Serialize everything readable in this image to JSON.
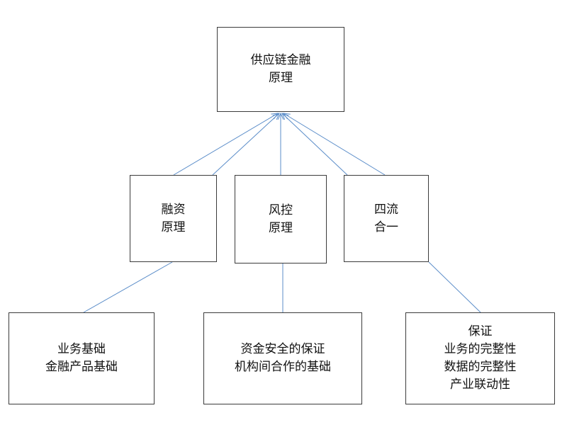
{
  "diagram": {
    "root": {
      "lines": [
        "供应链金融",
        "原理"
      ]
    },
    "principles": {
      "financing": {
        "lines": [
          "融资",
          "原理"
        ]
      },
      "risk_control": {
        "lines": [
          "风控",
          "原理"
        ]
      },
      "four_flows": {
        "lines": [
          "四流",
          "合一"
        ]
      }
    },
    "details": {
      "business": {
        "lines": [
          "业务基础",
          "金融产品基础"
        ]
      },
      "security": {
        "lines": [
          "资金安全的保证",
          "机构间合作的基础"
        ]
      },
      "assurance": {
        "lines": [
          "保证",
          "业务的完整性",
          "数据的完整性",
          "产业联动性"
        ]
      }
    },
    "connector_color": "#5b8dc9",
    "border_color": "#3b3b3b"
  }
}
